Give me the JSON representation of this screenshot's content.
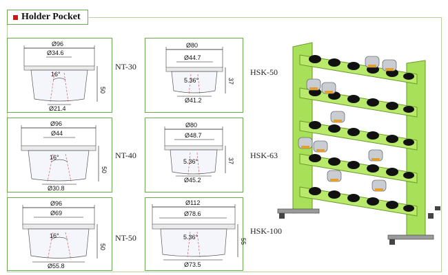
{
  "header": {
    "title": "Holder Pocket"
  },
  "colors": {
    "accent_red": "#d21414",
    "panel_border": "#6aa84f",
    "rack_green": "#a8e05a"
  },
  "nt": [
    {
      "label": "NT-30",
      "top_dia": "Ø96",
      "mid_dia": "Ø34.6",
      "angle": "16°",
      "height": "50",
      "bottom_dia": "Ø21.4"
    },
    {
      "label": "NT-40",
      "top_dia": "Ø96",
      "mid_dia": "Ø44",
      "angle": "16°",
      "height": "50",
      "bottom_dia": "Ø30.8"
    },
    {
      "label": "NT-50",
      "top_dia": "Ø96",
      "mid_dia": "Ø69",
      "angle": "16°",
      "height": "50",
      "bottom_dia": "Ø55.8"
    }
  ],
  "hsk": [
    {
      "label": "HSK-50",
      "top_dia": "Ø80",
      "mid_dia": "Ø44.7",
      "angle": "5.36°",
      "height": "37",
      "bottom_dia": "Ø41.2"
    },
    {
      "label": "HSK-63",
      "top_dia": "Ø80",
      "mid_dia": "Ø48.7",
      "angle": "5.36°",
      "height": "37",
      "bottom_dia": "Ø45.2"
    },
    {
      "label": "HSK-100",
      "top_dia": "Ø112",
      "mid_dia": "Ø78.6",
      "angle": "5.36°",
      "height": "55",
      "bottom_dia": "Ø73.5"
    }
  ]
}
